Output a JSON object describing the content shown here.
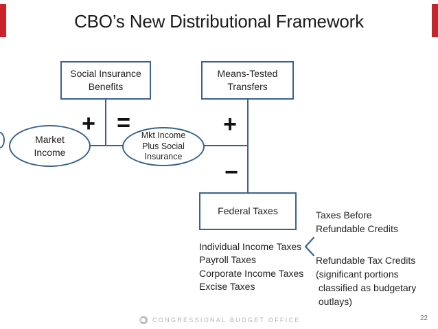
{
  "slide": {
    "title": "CBO’s New Distributional Framework",
    "footer_text": "CONGRESSIONAL BUDGET OFFICE",
    "page_number": "22",
    "accent_red": "#C9242B",
    "shape_blue": "#3A618F"
  },
  "diagram": {
    "box_social_insurance": "Social Insurance\nBenefits",
    "box_means_tested": "Means-Tested\nTransfers",
    "box_federal_taxes": "Federal Taxes",
    "ellipse_market_income": "Market\nIncome",
    "ellipse_mkt_income_plus": "Mkt Income\nPlus Social\nInsurance",
    "op_plus_left": "+",
    "op_equals": "=",
    "op_plus_right": "+",
    "op_minus": "−",
    "note_taxes_before": "Taxes Before\nRefundable Credits",
    "tax_list": [
      "Individual Income Taxes",
      "Payroll Taxes",
      "Corporate Income Taxes",
      "Excise Taxes"
    ],
    "note_refundable": "Refundable Tax Credits\n(significant portions\n classified as budgetary\n outlays)"
  }
}
